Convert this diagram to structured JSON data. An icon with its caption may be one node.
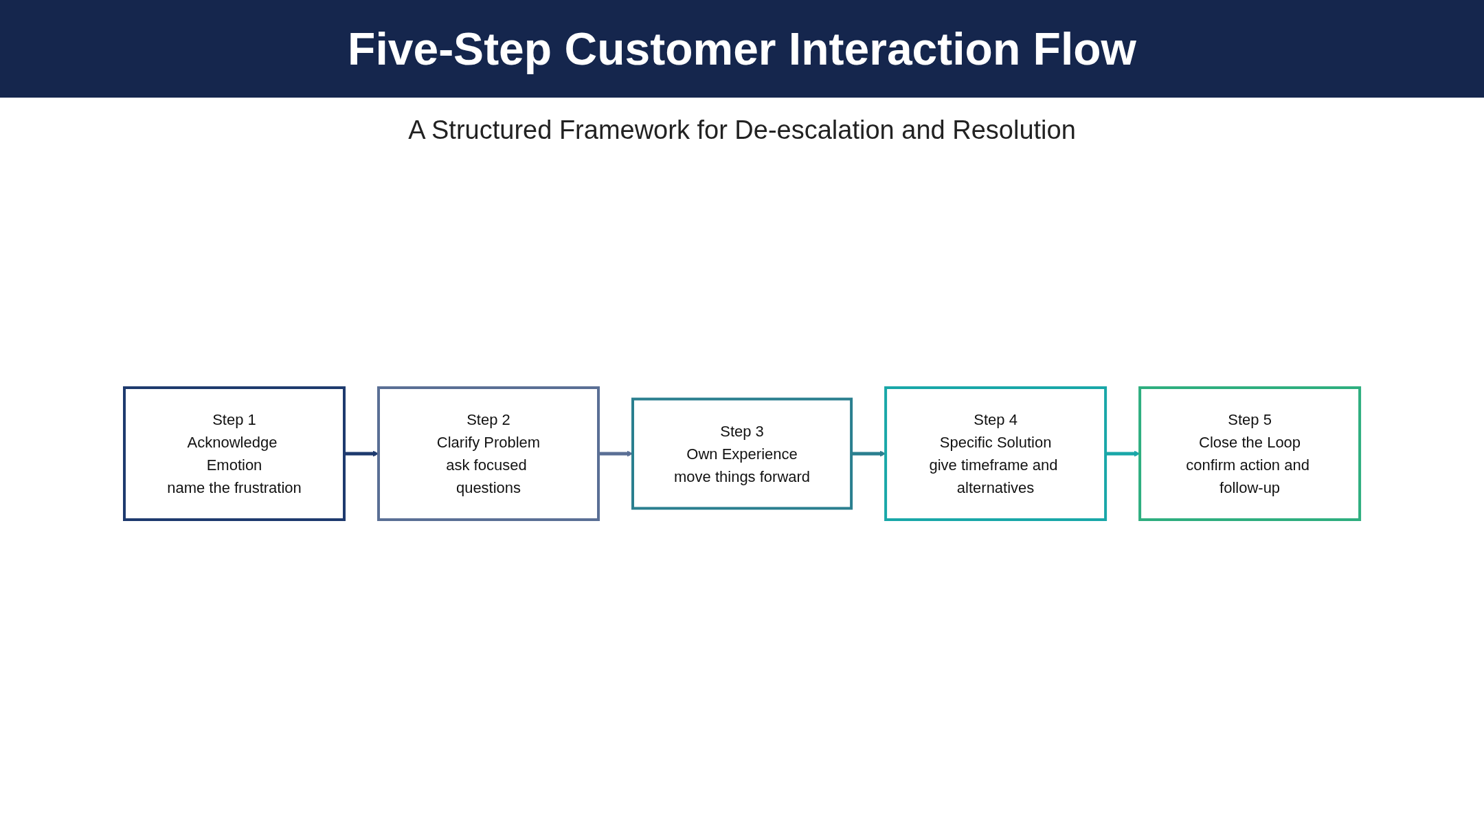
{
  "diagram": {
    "title": "Five-Step Customer Interaction Flow",
    "nodes": [
      {
        "text": [
          "Step 1",
          "Acknowledge Emotion",
          "name the frustration"
        ]
      },
      {
        "text": [
          "Step 2",
          "Clarify Problem",
          "ask focused questions"
        ]
      },
      {
        "text": [
          "Step 3",
          "Own Experience",
          "move things forward"
        ]
      },
      {
        "text": [
          "Step 4",
          "Specific Solution",
          "give timeframe and alternatives"
        ]
      },
      {
        "text": [
          "Step 5",
          "Close the Loop",
          "confirm action and follow-up"
        ]
      }
    ],
    "edges": [
      {
        "from": 0,
        "to": 1,
        "arrow": "to",
        "color": "#1e3a6e"
      },
      {
        "from": 1,
        "to": 2,
        "arrow": "to",
        "color": "#5a6f95"
      },
      {
        "from": 2,
        "to": 3,
        "arrow": "to",
        "color": "#2a7f8f"
      },
      {
        "from": 3,
        "to": 4,
        "arrow": "to",
        "color": "#19a7a8"
      }
    ],
    "labels": [
      "A Structured Framework for De-escalation and Resolution"
    ]
  }
}
